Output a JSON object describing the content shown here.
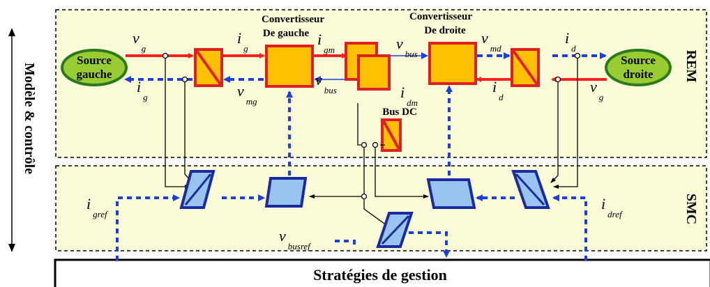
{
  "side_label": "Modèle & contrôle",
  "rem_label": "REM",
  "smc_label": "SMC",
  "strategy_label": "Stratégies de gestion",
  "sources": {
    "left": {
      "line1": "Source",
      "line2": "gauche"
    },
    "right": {
      "line1": "Source",
      "line2": "droite"
    }
  },
  "converters": {
    "left": {
      "line1": "Convertisseur",
      "line2": "De gauche"
    },
    "right": {
      "line1": "Convertisseur",
      "line2": "De droite"
    }
  },
  "bus_dc_label": "Bus DC",
  "signals": {
    "v_g_left": {
      "main": "v",
      "sub": "g"
    },
    "i_g_left": {
      "main": "i",
      "sub": "g"
    },
    "i_g_top": {
      "main": "i",
      "sub": "g"
    },
    "v_mg": {
      "main": "v",
      "sub": "mg"
    },
    "i_gm": {
      "main": "i",
      "sub": "gm"
    },
    "v_bus_left": {
      "main": "v",
      "sub": "bus"
    },
    "v_bus_top": {
      "main": "v",
      "sub": "bus"
    },
    "i_dm": {
      "main": "i",
      "sub": "dm"
    },
    "v_md": {
      "main": "v",
      "sub": "md"
    },
    "i_d_bottom": {
      "main": "i",
      "sub": "d"
    },
    "i_d_top": {
      "main": "i",
      "sub": "d"
    },
    "v_g_right": {
      "main": "v",
      "sub": "g"
    },
    "i_gref": {
      "main": "i",
      "sub": "gref"
    },
    "i_dref": {
      "main": "i",
      "sub": "dref"
    },
    "v_busref": {
      "main": "v",
      "sub": "busref"
    }
  },
  "colors": {
    "panel_fill": "#fbfbd8",
    "source_fill": "#99cc33",
    "source_border": "#2a7a1a",
    "converter_fill": "#ffc000",
    "converter_border": "#e02020",
    "power_arrow": "#ff2020",
    "control_arrow": "#1b3fe0",
    "control_block_fill": "#99c4f0",
    "control_block_border": "#1a2aa0"
  }
}
